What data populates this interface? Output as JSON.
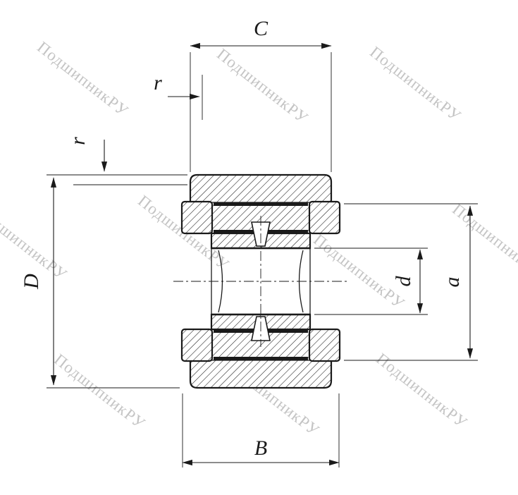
{
  "diagram": {
    "labels": {
      "C": "C",
      "r_top": "r",
      "r_left": "r",
      "D": "D",
      "d": "d",
      "a": "a",
      "B": "B"
    },
    "colors": {
      "line": "#1a1a1a",
      "watermark": "#9a9a9a",
      "background": "#ffffff"
    }
  },
  "watermark": {
    "text": "ПодшипникРУ"
  }
}
